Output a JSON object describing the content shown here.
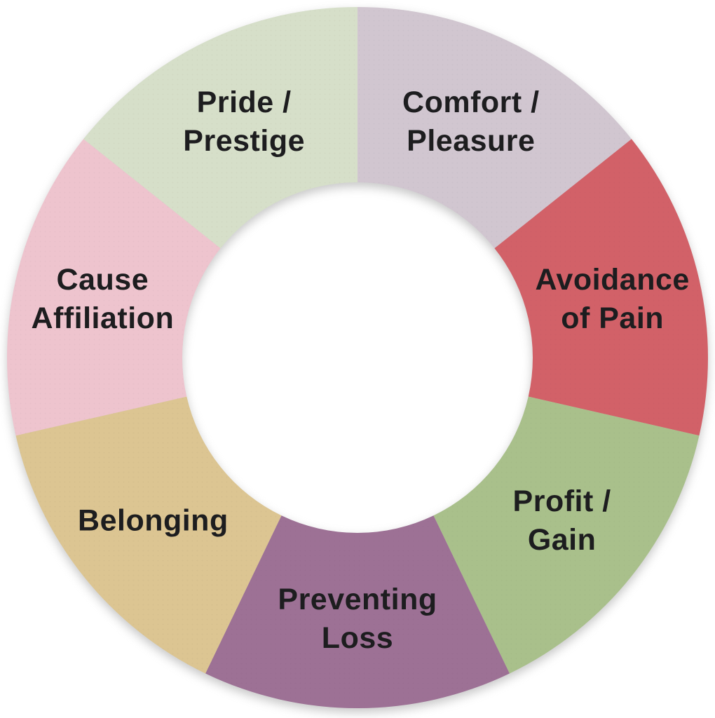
{
  "chart_data": {
    "type": "pie",
    "subtype": "donut",
    "title": "",
    "legend": "none",
    "direction": "clockwise",
    "start_angle_deg": 0,
    "inner_radius_ratio": 0.5,
    "background": "#ffffff",
    "label_color": "#1d1d1f",
    "segments": [
      {
        "id": "comfort-pleasure",
        "label": "Comfort /\nPleasure",
        "value": 1,
        "color": "#d1c6d0"
      },
      {
        "id": "avoidance-of-pain",
        "label": "Avoidance\nof Pain",
        "value": 1,
        "color": "#d26168"
      },
      {
        "id": "profit-gain",
        "label": "Profit /\nGain",
        "value": 1,
        "color": "#a9c08b"
      },
      {
        "id": "preventing-loss",
        "label": "Preventing\nLoss",
        "value": 1,
        "color": "#9d7195"
      },
      {
        "id": "belonging",
        "label": "Belonging",
        "value": 1,
        "color": "#dcc592"
      },
      {
        "id": "cause-affiliation",
        "label": "Cause\nAffiliation",
        "value": 1,
        "color": "#eec4ce"
      },
      {
        "id": "pride-prestige",
        "label": "Pride /\nPrestige",
        "value": 1,
        "color": "#d6dfc9"
      }
    ]
  }
}
